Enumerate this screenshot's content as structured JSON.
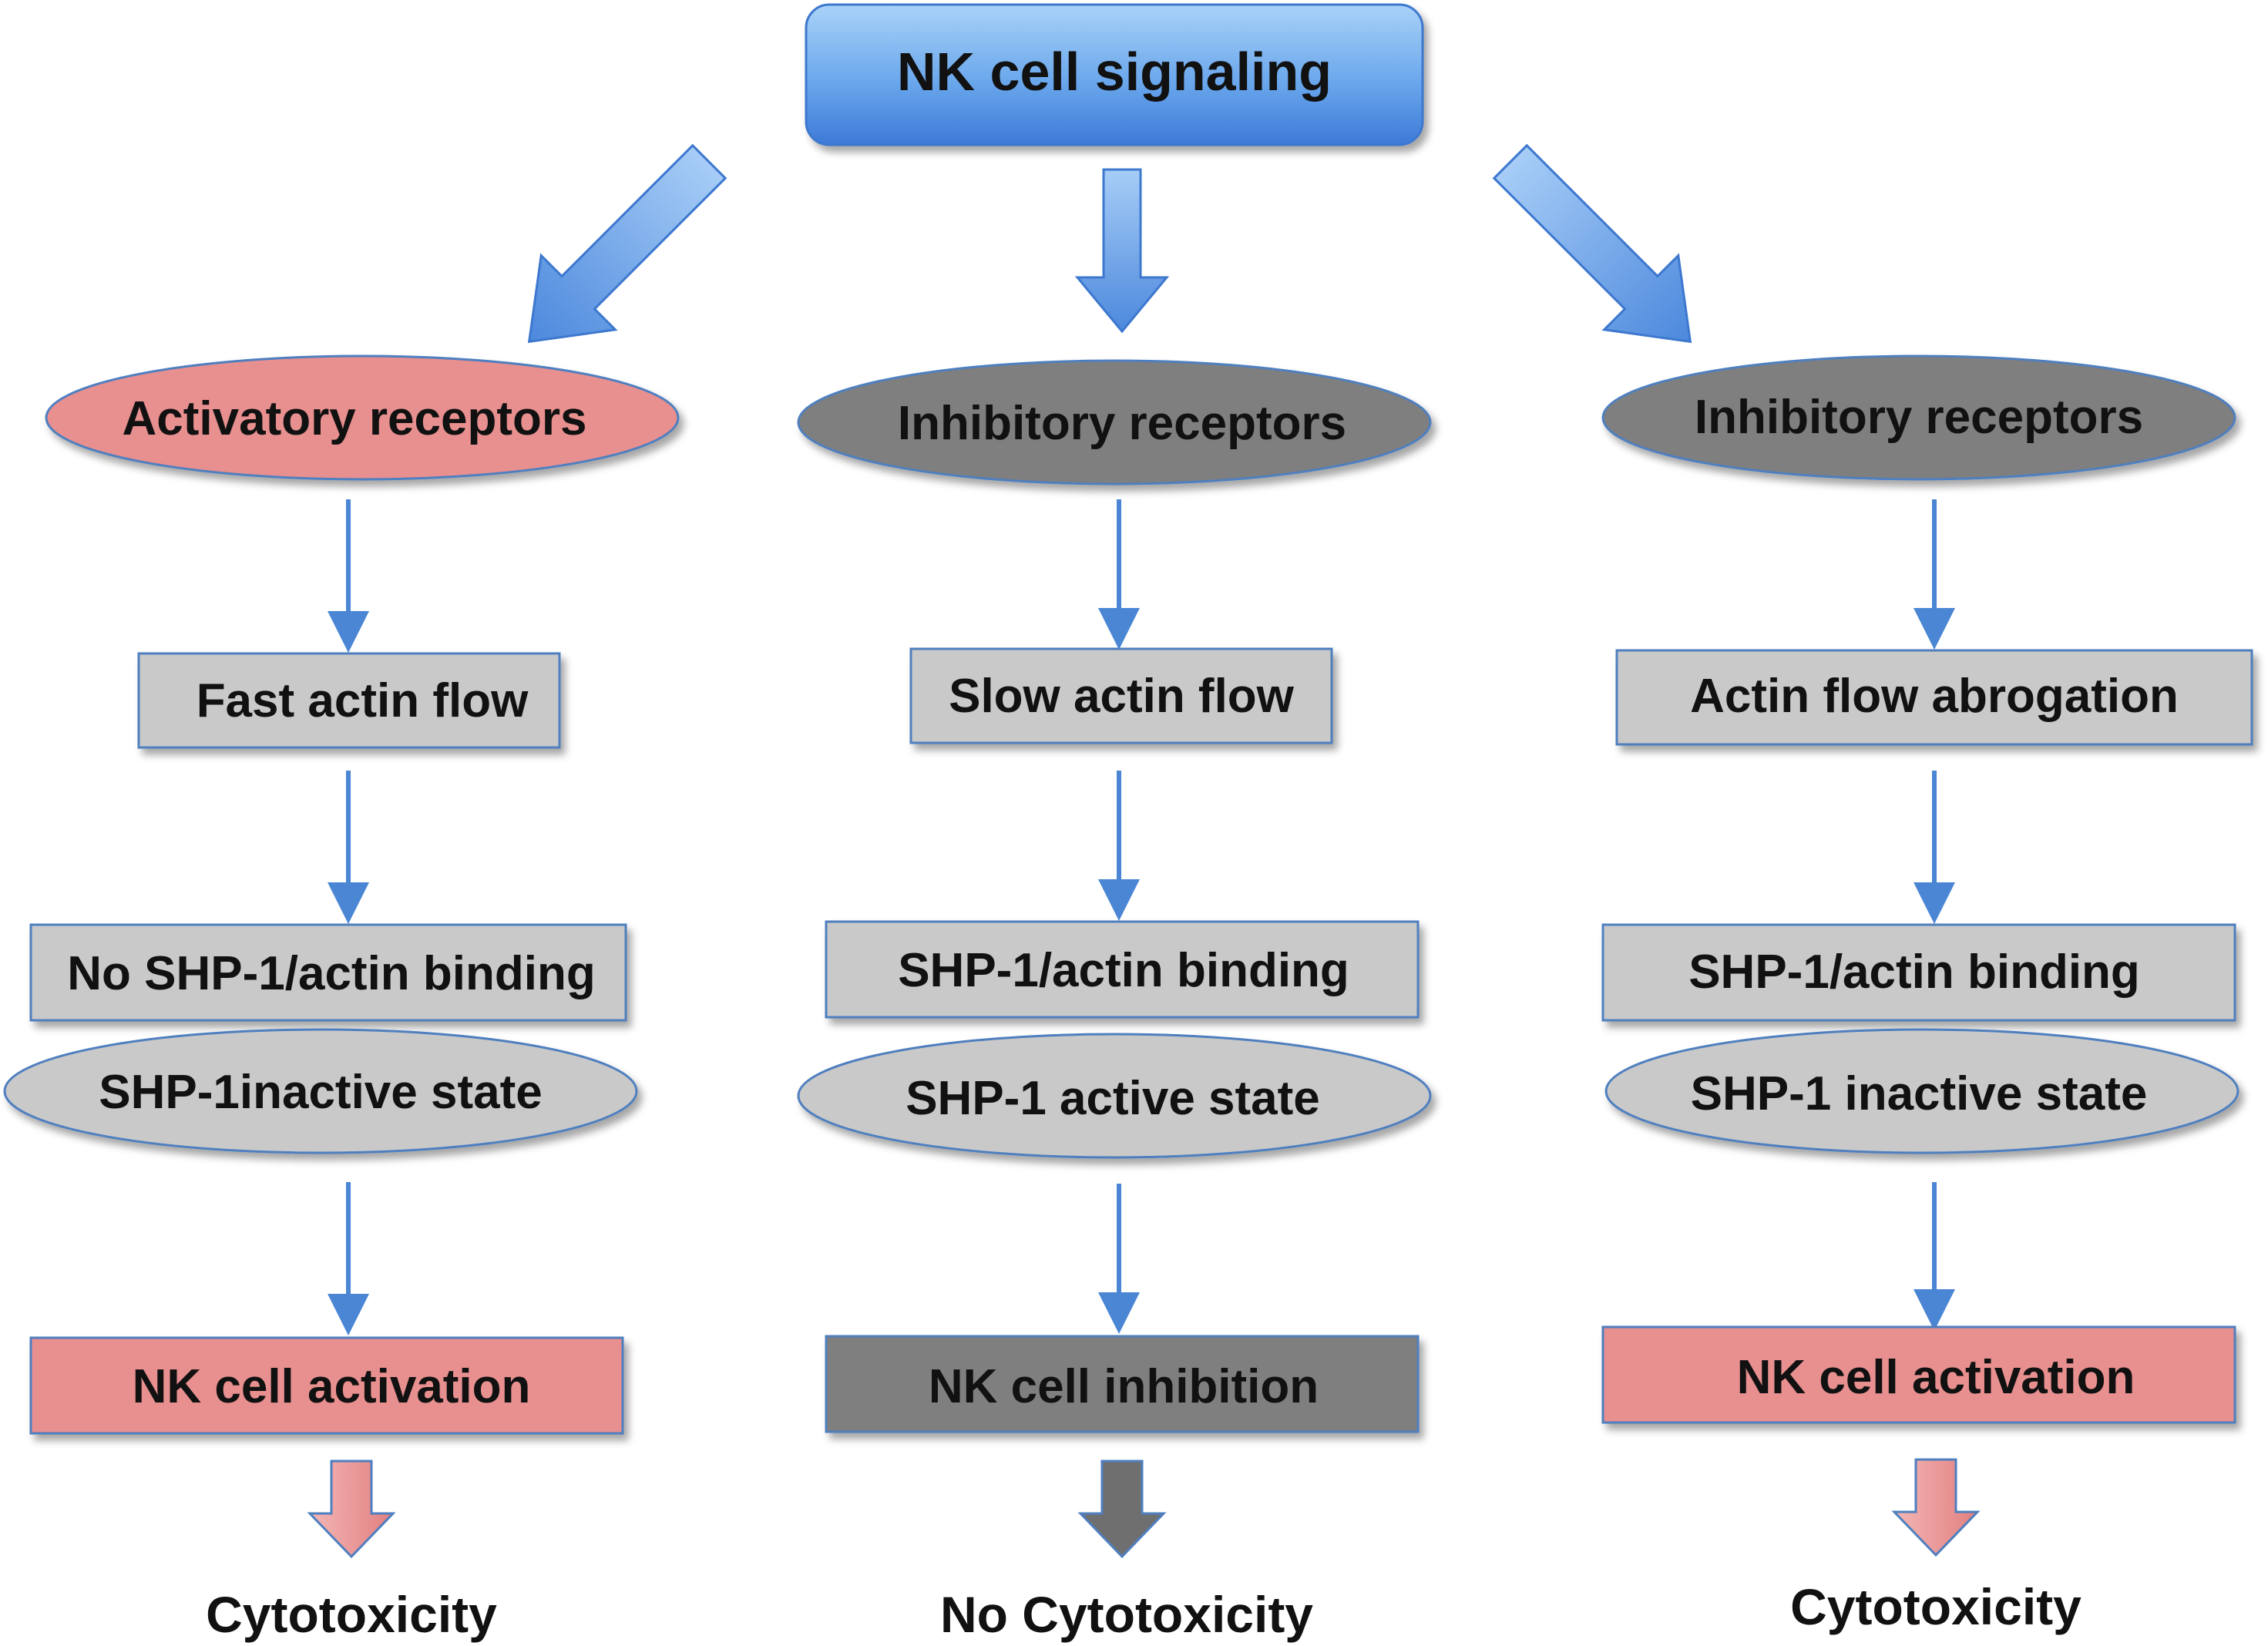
{
  "title": "NK cell signaling",
  "colors": {
    "title_top": "#8ec3f6",
    "title_bottom": "#3f7fdc",
    "arrow_blue": "#4a86d4",
    "pink": "#e88f8f",
    "dark_gray": "#7f7f7f",
    "light_gray": "#c9c9c9",
    "outline": "#4f7fbf"
  },
  "columns": [
    {
      "receptor": "Activatory receptors",
      "actin": "Fast actin flow",
      "binding": "No SHP-1/actin binding",
      "state": "SHP-1inactive state",
      "result": "NK cell activation",
      "outcome": "Cytotoxicity"
    },
    {
      "receptor": "Inhibitory receptors",
      "actin": "Slow actin flow",
      "binding": "SHP-1/actin binding",
      "state": "SHP-1 active state",
      "result": "NK cell inhibition",
      "outcome": "No Cytotoxicity"
    },
    {
      "receptor": "Inhibitory receptors",
      "actin": "Actin flow abrogation",
      "binding": "SHP-1/actin binding",
      "state": "SHP-1 inactive state",
      "result": "NK cell activation",
      "outcome": "Cytotoxicity"
    }
  ]
}
